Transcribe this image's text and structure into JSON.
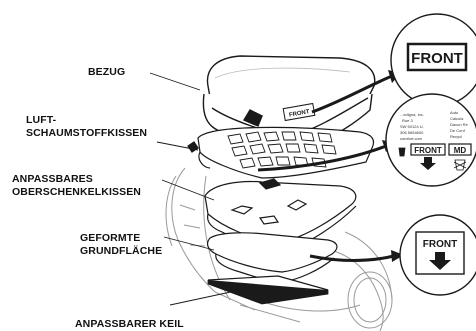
{
  "labels": {
    "bezug": "BEZUG",
    "luft_line1": "LUFT-",
    "luft_line2": "SCHAUMSTOFFKISSEN",
    "ober_line1": "ANPASSBARES",
    "ober_line2": "OBERSCHENKELKISSEN",
    "grund_line1": "GEFORMTE",
    "grund_line2": "GRUNDFLÄCHE",
    "keil": "ANPASSBARER KEIL"
  },
  "callouts": {
    "front_large": "FRONT",
    "front_tag_cover": "FRONT",
    "front_mid": "FRONT",
    "md": "MD",
    "front_bottom": "FRONT",
    "label_text_lines": [
      "...edigna, Inc.",
      "Rue 3",
      "SW 50124 U.",
      "306 5654600",
      "comfort.com"
    ],
    "label_text_lines_right": [
      "Autu",
      "Calcula",
      "Davon Re",
      "De Conf",
      "Recycl"
    ]
  },
  "colors": {
    "line": "#1a1a1a",
    "fill": "#ffffff",
    "shadow": "#e6e6e6"
  }
}
